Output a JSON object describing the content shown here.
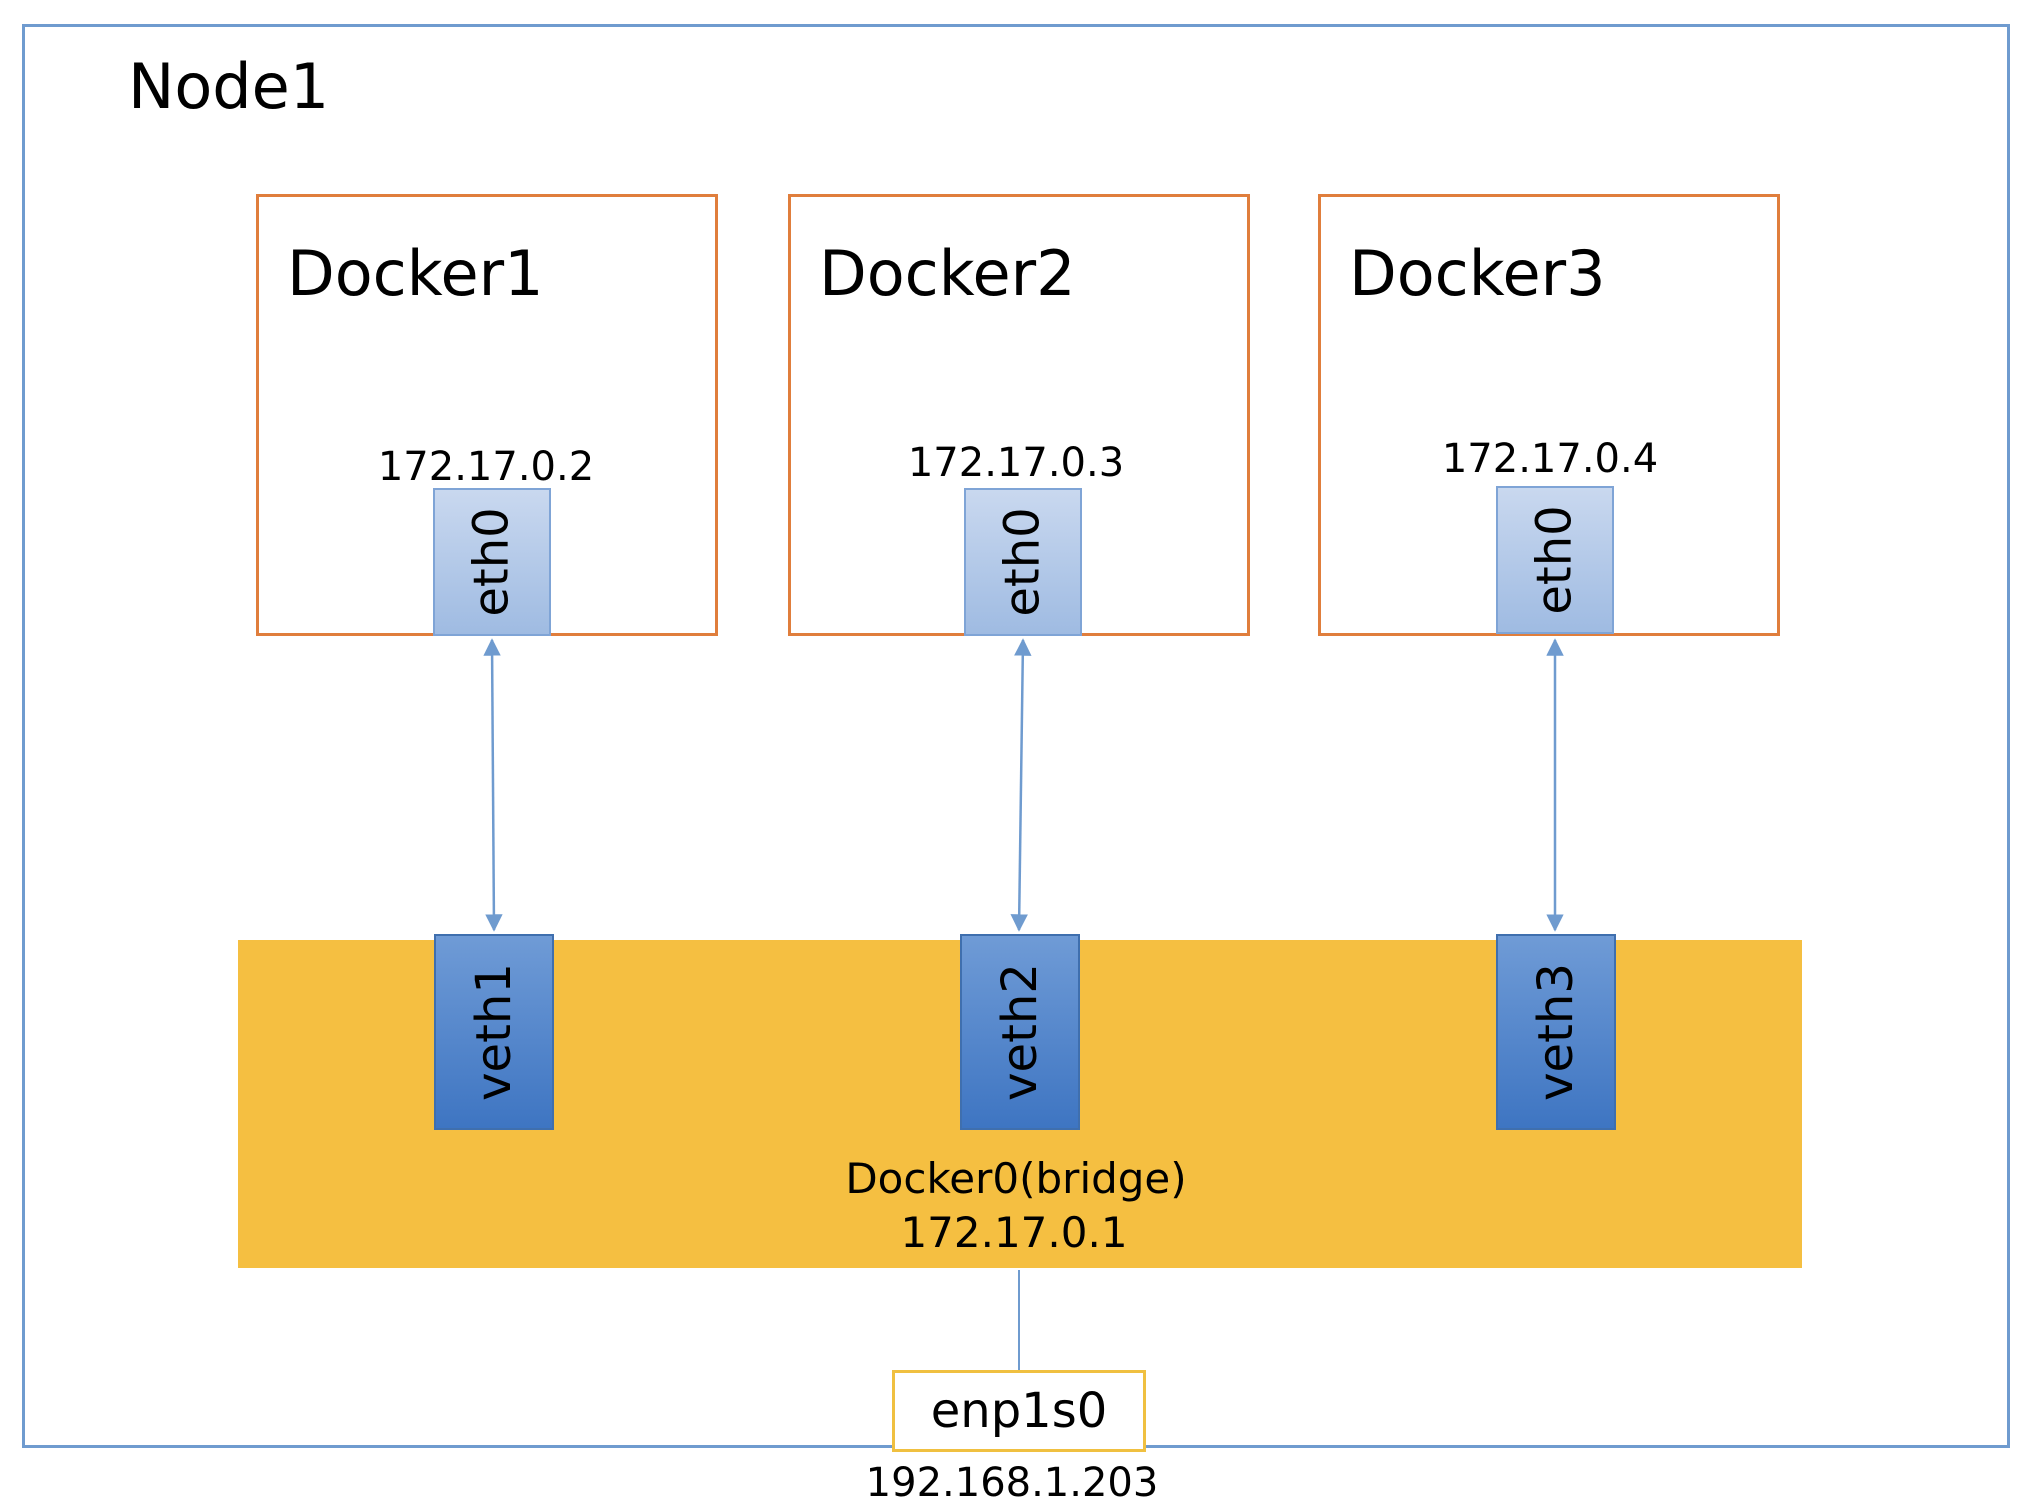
{
  "node": {
    "title": "Node1"
  },
  "dockers": [
    {
      "title": "Docker1",
      "ip": "172.17.0.2",
      "iface": "eth0"
    },
    {
      "title": "Docker2",
      "ip": "172.17.0.3",
      "iface": "eth0"
    },
    {
      "title": "Docker3",
      "ip": "172.17.0.4",
      "iface": "eth0"
    }
  ],
  "bridge": {
    "veths": [
      "veth1",
      "veth2",
      "veth3"
    ],
    "name": "Docker0(bridge)",
    "ip": "172.17.0.1"
  },
  "host_iface": {
    "name": "enp1s0",
    "ip": "192.168.1.203"
  },
  "colors": {
    "node_border": "#6f9bcf",
    "docker_border": "#e07e3c",
    "bridge_fill": "#f5bf41",
    "eth_fill": "#9fbbe2",
    "veth_fill": "#3e75c2",
    "link": "#6f9bcf",
    "host_iface_border": "#f0c040"
  }
}
